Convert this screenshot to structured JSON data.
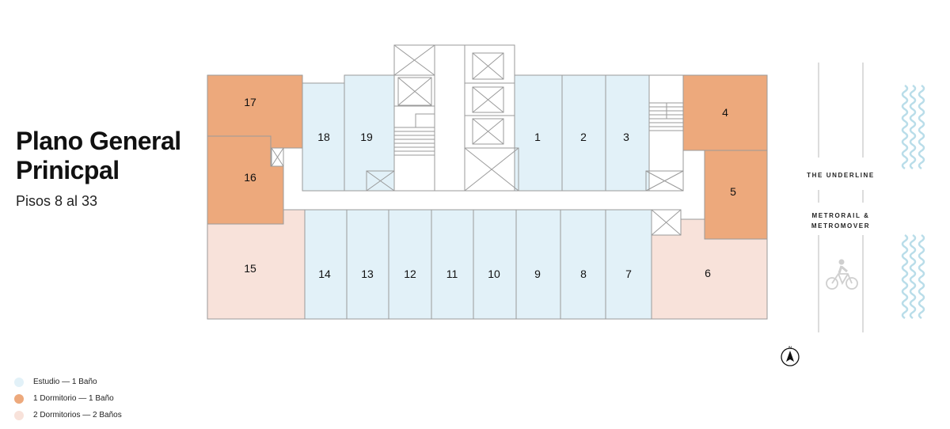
{
  "title_line1": "Plano General",
  "title_line2": "Prinicpal",
  "subtitle": "Pisos 8 al 33",
  "colors": {
    "estudio": "#e2f1f8",
    "one_bed": "#eda97c",
    "two_bed": "#f8e2da",
    "wall": "#9a9a9a"
  },
  "legend": [
    {
      "label": "Estudio  — 1 Baño",
      "type": "estudio"
    },
    {
      "label": "1 Dormitorio — 1 Baño",
      "type": "one_bed"
    },
    {
      "label": "2 Dormitorios — 2 Baños",
      "type": "two_bed"
    }
  ],
  "units": [
    {
      "number": "1",
      "type": "estudio"
    },
    {
      "number": "2",
      "type": "estudio"
    },
    {
      "number": "3",
      "type": "estudio"
    },
    {
      "number": "4",
      "type": "one_bed"
    },
    {
      "number": "5",
      "type": "one_bed"
    },
    {
      "number": "6",
      "type": "two_bed"
    },
    {
      "number": "7",
      "type": "estudio"
    },
    {
      "number": "8",
      "type": "estudio"
    },
    {
      "number": "9",
      "type": "estudio"
    },
    {
      "number": "10",
      "type": "estudio"
    },
    {
      "number": "11",
      "type": "estudio"
    },
    {
      "number": "12",
      "type": "estudio"
    },
    {
      "number": "13",
      "type": "estudio"
    },
    {
      "number": "14",
      "type": "estudio"
    },
    {
      "number": "15",
      "type": "two_bed"
    },
    {
      "number": "16",
      "type": "one_bed"
    },
    {
      "number": "17",
      "type": "one_bed"
    },
    {
      "number": "18",
      "type": "estudio"
    },
    {
      "number": "19",
      "type": "estudio"
    }
  ],
  "surroundings": {
    "underline": "THE UNDERLINE",
    "metro_line1": "METRORAIL &",
    "metro_line2": "METROMOVER",
    "north": "N"
  }
}
